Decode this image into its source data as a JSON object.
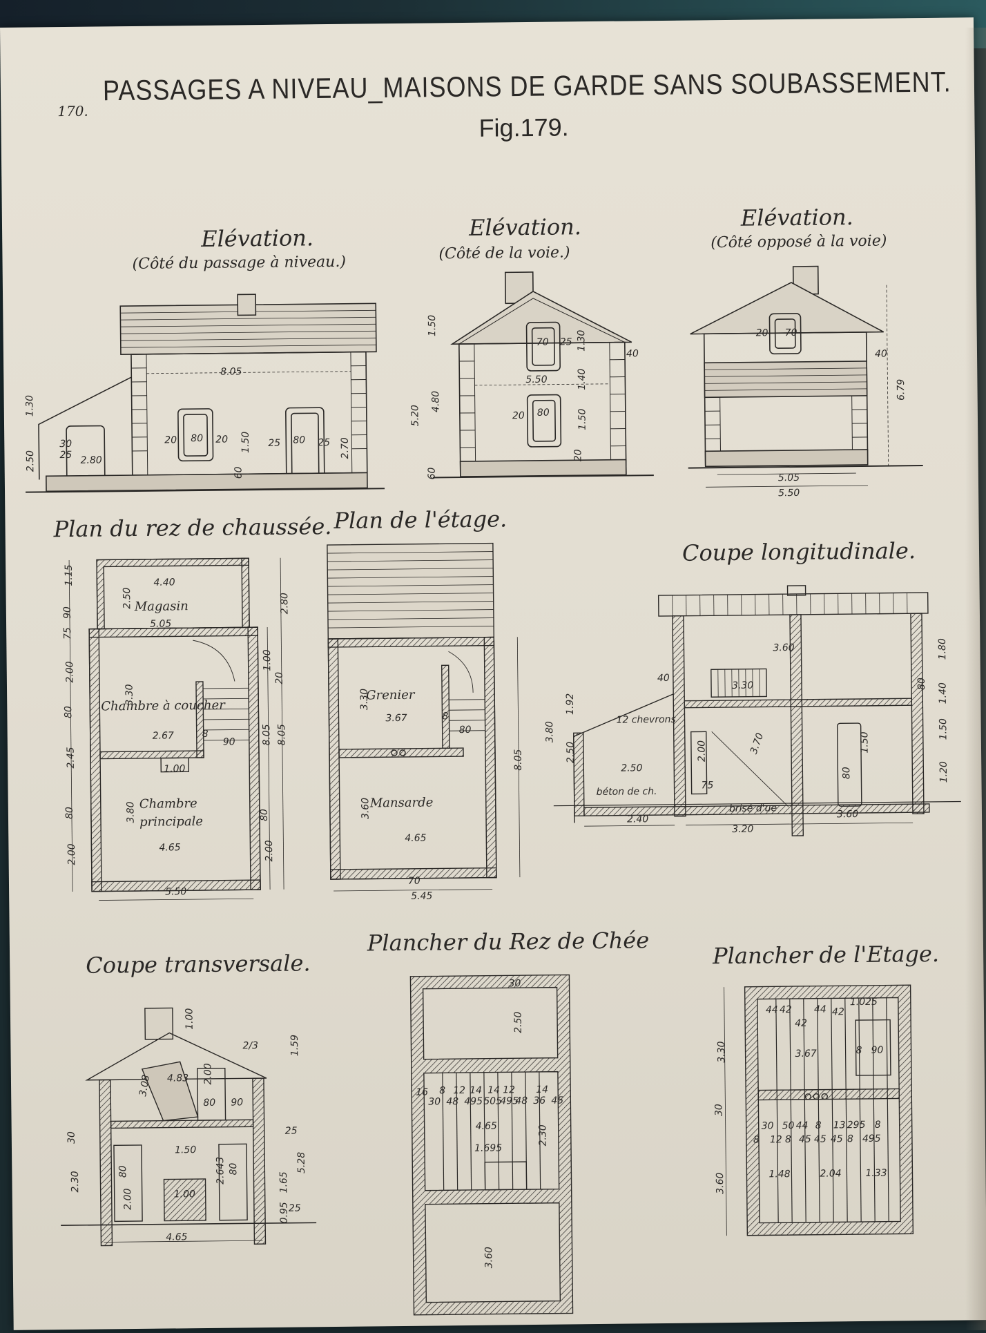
{
  "page": {
    "page_number": "170.",
    "title": "PASSAGES A NIVEAU_MAISONS DE GARDE SANS SOUBASSEMENT.",
    "figure_label": "Fig.179."
  },
  "drawings": {
    "elevation_crossing": {
      "caption": "Elévation.",
      "subcaption": "(Côté du passage à niveau.)",
      "dims": [
        "8.05",
        "1.30",
        "2.50",
        "80",
        "20",
        "20",
        "1.50",
        "25",
        "80",
        "25",
        "2.70",
        "60",
        "2.80",
        "30",
        "25"
      ]
    },
    "elevation_track": {
      "caption": "Elévation.",
      "subcaption": "(Côté de la voie.)",
      "dims": [
        "1.50",
        "5.20",
        "4.80",
        "60",
        "70",
        "25",
        "1.30",
        "5.50",
        "1.40",
        "80",
        "20",
        "1.50",
        "20",
        "40"
      ]
    },
    "elevation_opposite": {
      "caption": "Elévation.",
      "subcaption": "(Côté opposé à la voie)",
      "dims": [
        "6.79",
        "5.05",
        "5.50",
        "20",
        "70",
        "40"
      ]
    },
    "plan_ground": {
      "caption": "Plan du rez de chaussée.",
      "rooms": [
        "Magasin",
        "Chambre à coucher",
        "Chambre principale"
      ],
      "dims": [
        "4.40",
        "5.05",
        "2.50",
        "1.15",
        "90",
        "75",
        "2.00",
        "80",
        "2.45",
        "80",
        "2.00",
        "3.30",
        "2.67",
        "1.00",
        "3.80",
        "4.65",
        "5.50",
        "2.80",
        "1.00",
        "20",
        "8.05",
        "8.05",
        "80",
        "2.00",
        "8",
        "90"
      ]
    },
    "plan_floor": {
      "caption": "Plan de l'étage.",
      "rooms": [
        "Grenier",
        "Mansarde"
      ],
      "dims": [
        "3.30",
        "3.67",
        "8",
        "80",
        "3.60",
        "4.65",
        "5.45",
        "70",
        "8.05"
      ]
    },
    "section_longitudinal": {
      "caption": "Coupe longitudinale.",
      "labels": [
        "12 chevrons",
        "béton de ch.",
        "brisé d'ue"
      ],
      "dims": [
        "3.60",
        "40",
        "3.30",
        "1.80",
        "1.40",
        "80",
        "1.50",
        "1.20",
        "1.92",
        "3.80",
        "2.50",
        "2.50",
        "2.00",
        "3.70",
        "80",
        "1.50",
        "2.40",
        "3.20",
        "3.60",
        "75"
      ]
    },
    "section_transverse": {
      "caption": "Coupe transversale.",
      "dims": [
        "1.00",
        "1.59",
        "2/3",
        "3.08",
        "4.83",
        "2.00",
        "80",
        "90",
        "30",
        "2.30",
        "80",
        "2.00",
        "1.50",
        "2.643",
        "1.00",
        "80",
        "1.65",
        "5.28",
        "4.65",
        "25",
        "0.95",
        "25"
      ]
    },
    "floor_ground": {
      "caption": "Plancher du Rez de Chée",
      "dims": [
        "30",
        "2.50",
        "16",
        "30",
        "8",
        "48",
        "12",
        "14",
        "495",
        "14",
        "505",
        "495",
        "12",
        "48",
        "14",
        "36",
        "45",
        "4.65",
        "1.695",
        "2.30",
        "3.60"
      ]
    },
    "floor_upper": {
      "caption": "Plancher de l'Etage.",
      "dims": [
        "44",
        "42",
        "42",
        "44",
        "42",
        "1.025",
        "3.30",
        "3.67",
        "8",
        "90",
        "30",
        "30",
        "50",
        "44",
        "8",
        "13",
        "295",
        "8",
        "8",
        "12",
        "8",
        "45",
        "45",
        "45",
        "8",
        "495",
        "1.48",
        "2.04",
        "1.33",
        "3.60"
      ]
    }
  },
  "colors": {
    "paper": "#e4dfd3",
    "ink": "#2a2826",
    "mat": "#1b2b2f",
    "mat_accent": "#2b5a5e"
  }
}
